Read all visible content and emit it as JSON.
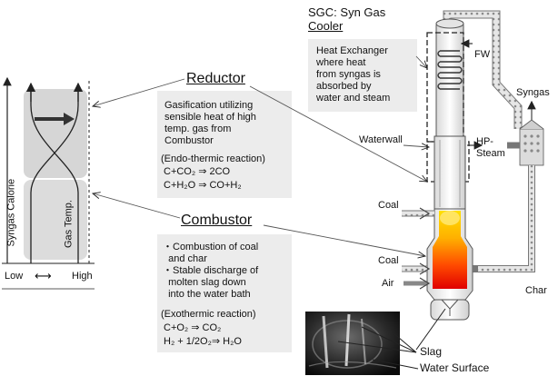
{
  "left_chart": {
    "y_label_left": "Syngas Calorie",
    "y_label_right": "Gas Temp.",
    "x_low": "Low",
    "x_high": "High",
    "x_arrow": "⟷"
  },
  "reductor": {
    "title": "Reductor",
    "desc_lines": [
      "Gasification utilizing",
      "sensible heat of high",
      "temp. gas from",
      "Combustor"
    ],
    "reaction_type": "(Endo-thermic reaction)",
    "reaction1": "C+CO₂ ⇒ 2CO",
    "reaction2": "C+H₂O ⇒ CO+H₂"
  },
  "combustor": {
    "title": "Combustor",
    "desc_lines": [
      "・Combustion of coal",
      "  and char",
      "・Stable discharge of",
      "  molten slag down",
      "  into the water bath"
    ],
    "reaction_type": "(Exothermic reaction)",
    "reaction1": "C+O₂ ⇒ CO₂",
    "reaction2": "H₂ + 1/2O₂⇒ H₂O"
  },
  "sgc": {
    "title_line1": "SGC: Syn Gas",
    "title_line2": "Cooler",
    "hx_lines": [
      "Heat Exchanger",
      "where heat",
      "from syngas is",
      "absorbed by",
      "water and steam"
    ]
  },
  "labels": {
    "fw": "FW",
    "waterwall": "Waterwall",
    "hp_steam_1": "HP-",
    "hp_steam_2": "Steam",
    "syngas": "Syngas",
    "coal_upper": "Coal",
    "coal_lower": "Coal",
    "air": "Air",
    "char": "Char",
    "slag": "Slag",
    "water_surface": "Water Surface"
  }
}
